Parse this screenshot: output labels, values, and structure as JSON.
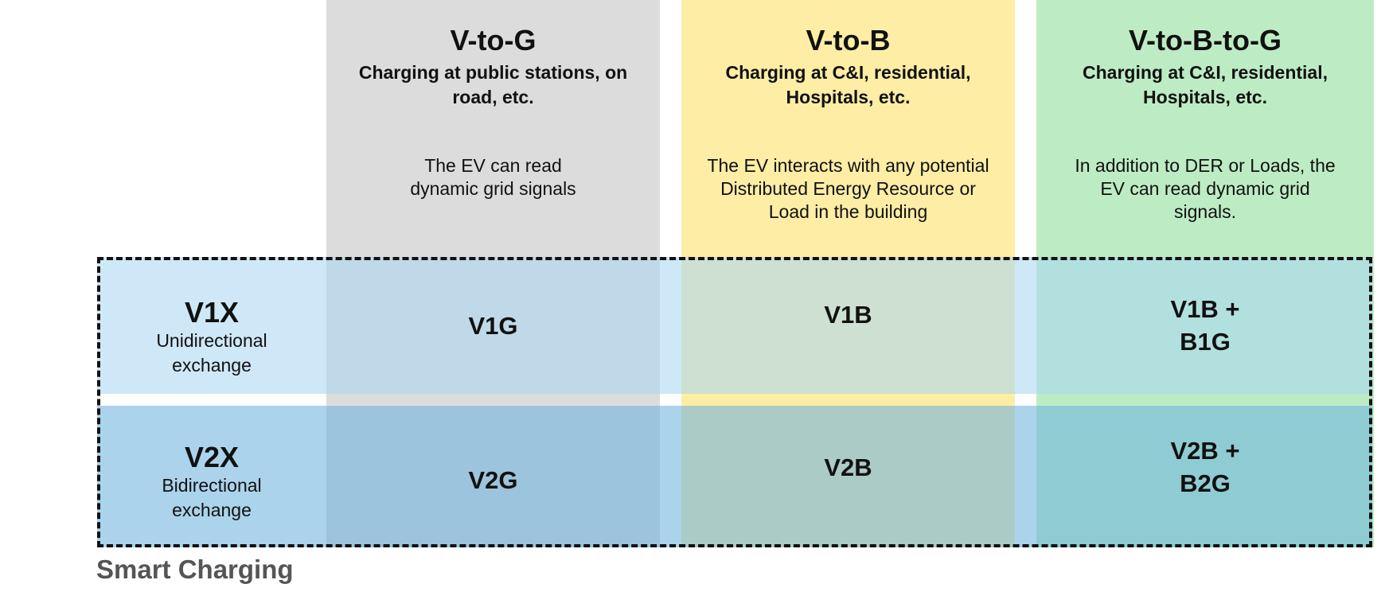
{
  "columns": [
    {
      "title": "V-to-G",
      "subtitle": "Charging at public stations, on road, etc.",
      "description": "The EV can read dynamic grid signals",
      "color": "#dcdcdc"
    },
    {
      "title": "V-to-B",
      "subtitle": "Charging at C&I, residential, Hospitals, etc.",
      "description": "The EV interacts with any potential Distributed Energy Resource or Load in the building",
      "color": "#fdeda5"
    },
    {
      "title": "V-to-B-to-G",
      "subtitle": "Charging at C&I, residential, Hospitals, etc.",
      "description": "In addition to DER or Loads, the EV can read dynamic grid signals.",
      "color": "#bdecc4"
    }
  ],
  "rows": [
    {
      "title": "V1X",
      "subtitle": "Unidirectional exchange",
      "cells": [
        "V1G",
        "V1B",
        "V1B + B1G"
      ]
    },
    {
      "title": "V2X",
      "subtitle": "Bidirectional exchange",
      "cells": [
        "V2G",
        "V2B",
        "V2B + B2G"
      ]
    }
  ],
  "smart_charging_label": "Smart Charging"
}
